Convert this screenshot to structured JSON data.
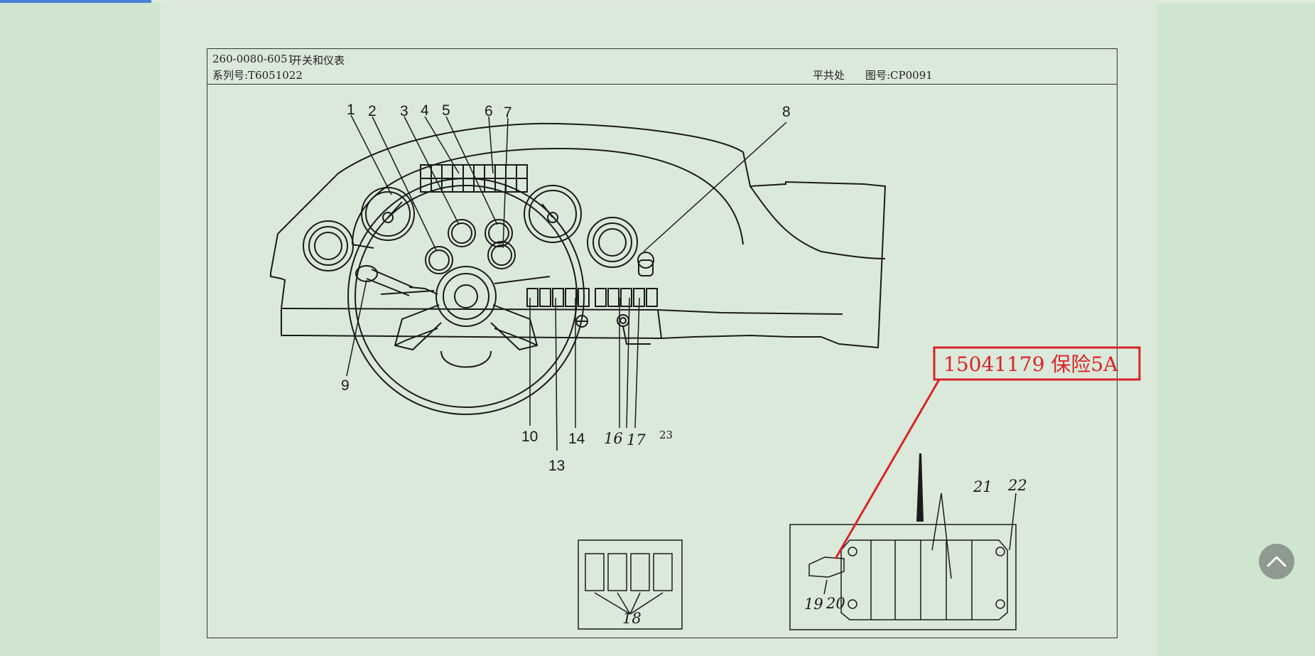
{
  "reading_progress": 0.115,
  "header": {
    "part_number": "260-0080-6051",
    "section_title": "开关和仪表",
    "serial": "系列号:T6051022",
    "location": "平共处",
    "figure_no": "图号:CP0091"
  },
  "labels": {
    "n1": "1",
    "n2": "2",
    "n3": "3",
    "n4": "4",
    "n5": "5",
    "n6": "6",
    "n7": "7",
    "n8": "8",
    "n9": "9",
    "n10": "10",
    "n13": "13",
    "n14": "14",
    "n16": "16",
    "n17": "17",
    "n18": "18",
    "n19": "19",
    "n20": "20",
    "n21": "21",
    "n22": "22",
    "n23": "23"
  },
  "callout": {
    "text": "15041179 保险5A",
    "color": "#d9232a"
  },
  "colors": {
    "line": "#1a1a1a",
    "page": "#dbe9da",
    "background": "#cfe5cf",
    "progress": "#4a7fd6",
    "button": "#8f9a90"
  },
  "icons": {
    "scroll_top": "chevron-up-icon"
  }
}
